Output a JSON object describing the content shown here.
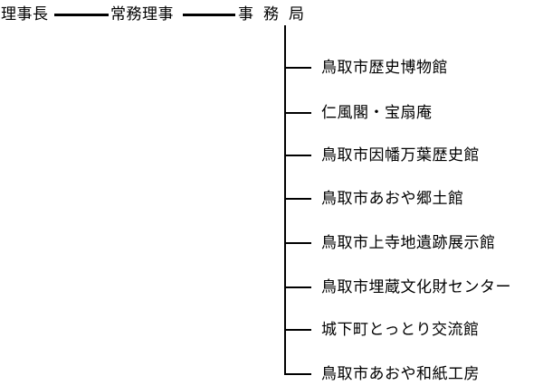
{
  "chart_data": {
    "type": "org-chart",
    "top": [
      {
        "name": "理事長"
      },
      {
        "name": "常務理事"
      },
      {
        "name": "事務局"
      }
    ],
    "branches": [
      "鳥取市歴史博物館",
      "仁風閣・宝扇庵",
      "鳥取市因幡万葉歴史館",
      "鳥取市あおや郷土館",
      "鳥取市上寺地遺跡展示館",
      "鳥取市埋蔵文化財センター",
      "城下町とっとり交流館",
      "鳥取市あおや和紙工房"
    ]
  }
}
